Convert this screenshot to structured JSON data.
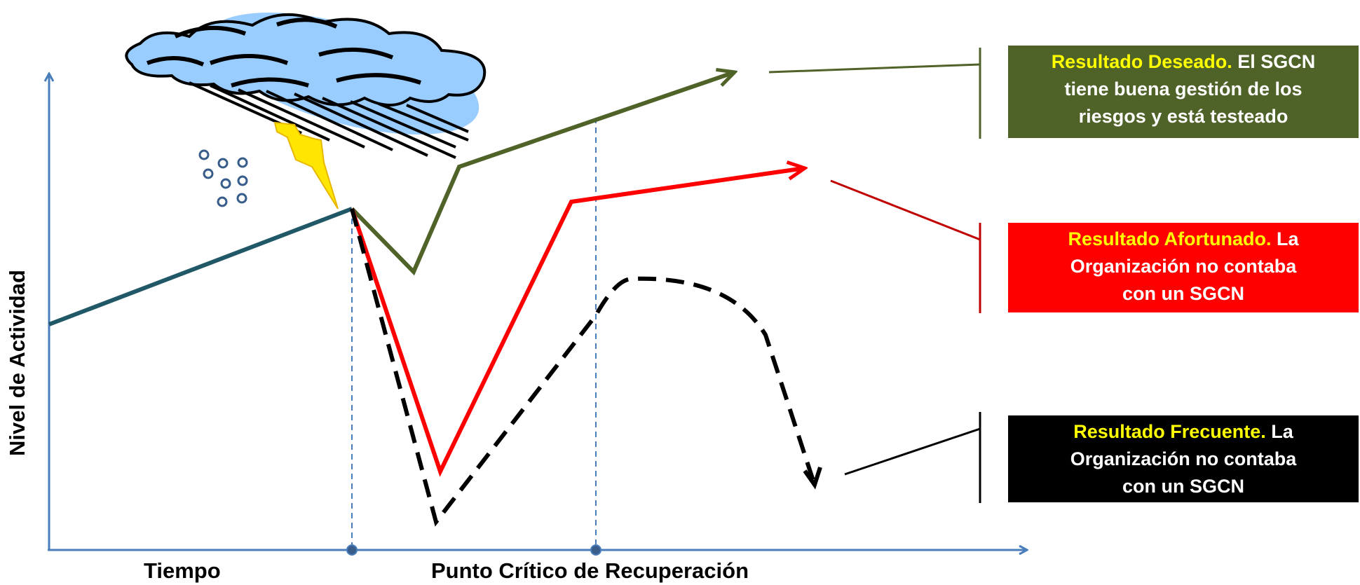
{
  "axes": {
    "y_label": "Nivel de Actividad",
    "x_label_time": "Tiempo",
    "x_label_critical": "Punto Crítico de Recuperación"
  },
  "outcomes": [
    {
      "title": "Resultado Deseado.",
      "text_lines": [
        "El SGCN",
        "tiene buena gestión de los",
        "riesgos y está testeado"
      ],
      "box_color": "#4f6228",
      "line_color": "#4f6228"
    },
    {
      "title": "Resultado Afortunado.",
      "text_lines": [
        "La",
        "Organización no contaba",
        "con un SGCN"
      ],
      "box_color": "#ff0000",
      "line_color": "#ff0000"
    },
    {
      "title": "Resultado Frecuente.",
      "text_lines": [
        "La",
        "Organización no contaba",
        "con un SGCN"
      ],
      "box_color": "#000000",
      "line_color": "#000000"
    }
  ],
  "colors": {
    "axis": "#4a7ebb",
    "baseline_trend": "#215868",
    "highlight_text": "#ffff00",
    "cloud": "#99ccff",
    "lightning": "#ffe600"
  },
  "icons": [
    "storm-cloud-icon",
    "lightning-icon",
    "rain-drops-icon"
  ]
}
